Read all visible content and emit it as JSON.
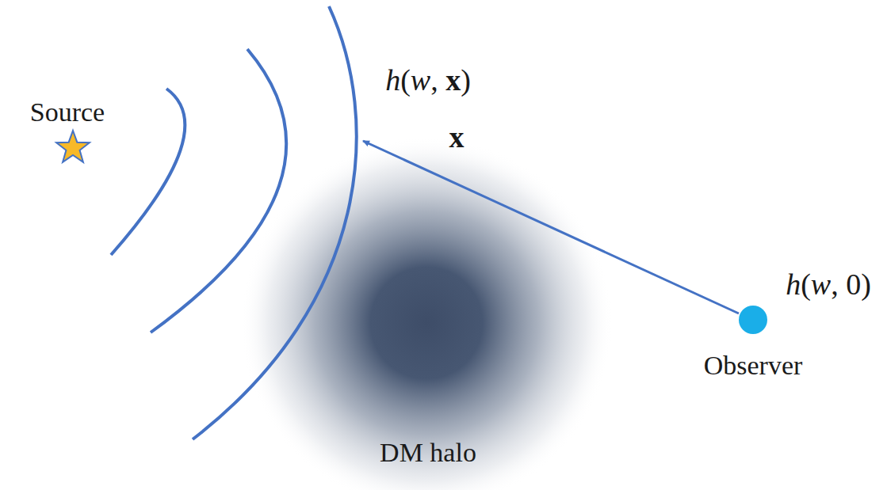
{
  "diagram": {
    "nodes": [
      {
        "text": [
          "Source"
        ]
      },
      {
        "text": [
          "DM halo"
        ]
      },
      {
        "text": [
          "h(w, 0)",
          "Observer"
        ]
      }
    ],
    "labels": [
      "h(w, x)",
      "x"
    ]
  }
}
